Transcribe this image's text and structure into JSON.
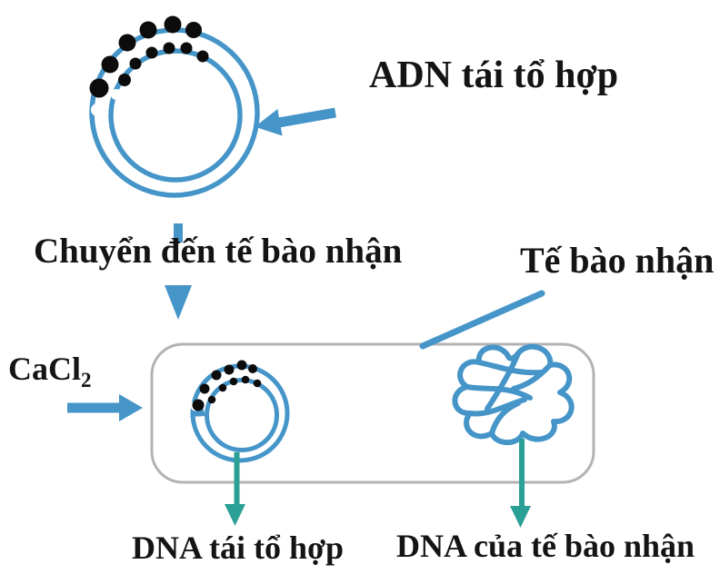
{
  "diagram": {
    "labels": {
      "recombinant_dna": "ADN tái tổ hợp",
      "transfer_step": "Chuyển đến tế bào nhận",
      "recipient_cell": "Tế bào nhận",
      "chemical": {
        "formula": "CaCl",
        "subscript": "2"
      },
      "result_recombinant": "DNA tái tổ hợp",
      "result_host": "DNA của tế bào nhận"
    },
    "colors": {
      "blue": "#4595c9",
      "teal": "#2aa096",
      "cell_border": "#b3b3b3",
      "dots": "#0c0c0c",
      "text": "#141414"
    }
  }
}
